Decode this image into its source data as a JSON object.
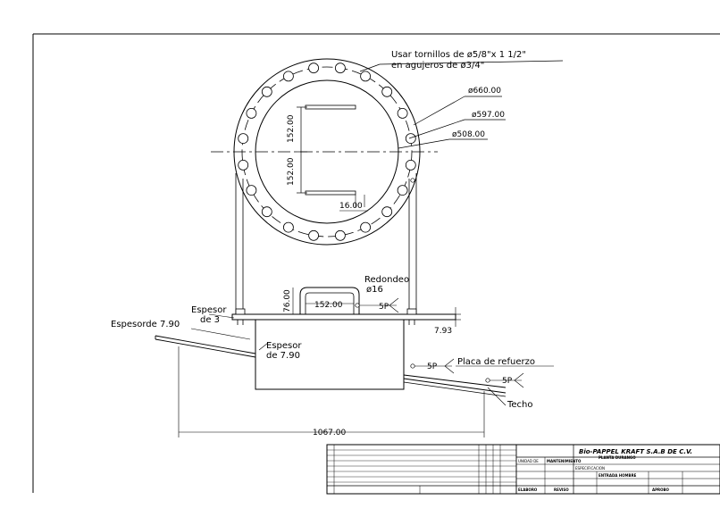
{
  "callouts": {
    "bolts_line1": "Usar tornillos de ø5/8\"x 1 1/2\"",
    "bolts_line2": "en agujeros de ø3/4\"",
    "dia_outer": "ø660.00",
    "dia_bolt_circle": "ø597.00",
    "dia_inner": "ø508.00",
    "dim_upper": "152.00",
    "dim_lower": "152.00",
    "dim_16": "16.00",
    "redondeo_line1": "Redondeo",
    "redondeo_line2": "ø16",
    "dim_76": "76.00",
    "dim_152_handle": "152.00",
    "weld_5_handle": "5P",
    "espesor3_line1": "Espesor",
    "espesor3_line2": "de 3",
    "espesor_left": "Espesorde 7.90",
    "espesor790_line1": "Espesor",
    "espesor790_line2": "de 7.90",
    "dim_793": "7.93",
    "weld_5_plate": "5P",
    "placa_refuerzo": "Placa de refuerzo",
    "weld_5_roof": "5P",
    "techo": "Techo",
    "dim_1067": "1067.00"
  },
  "title_block": {
    "company": "Bio-PAPPEL KRAFT S.A.B DE C.V.",
    "plant": "PLANTA DURANGO",
    "field_a": "UNIDAD DE",
    "field_b": "MANTENIMIENTO",
    "field_c": "ESPECIFICACION",
    "field_d": "ENTRADA HOMBRE",
    "foot_a": "ELABORO",
    "foot_b": "REVISO",
    "foot_c": "APROBO"
  }
}
